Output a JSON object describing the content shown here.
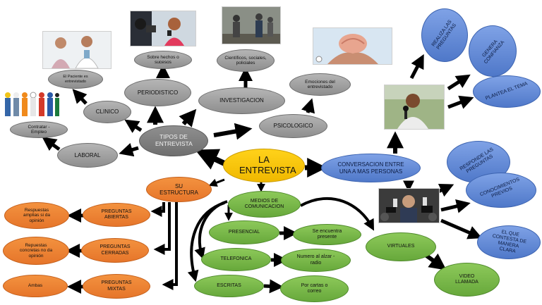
{
  "center": {
    "title": "LA ENTREVISTA"
  },
  "tipos": {
    "label": "TIPOS DE ENTREVISTA"
  },
  "types": {
    "periodistico": "PERIODISTICO",
    "investigacion": "INVESTIGACION",
    "psicologico": "PSICOLOGICO",
    "clinico": "CLINICO",
    "laboral": "LABORAL"
  },
  "descriptions": {
    "periodistico": "Sobre hechos o sucesos",
    "investigacion": "Científicos, sociales, policiales",
    "psicologico": "Emociones del entrevistado",
    "clinico": "El Paciente es entrevistado",
    "laboral": "Contratar - Empleo"
  },
  "conversacion": {
    "label": "CONVERSACION ENTRE UNA A MAS PERSONAS",
    "upper": [
      "REALIZA LAS PREGUNTAS",
      "GENERA CONFIANZA",
      "PLANTEA EL TEMA"
    ],
    "lower": [
      "RESPONDE LAS PREGUNTAS",
      "CONOCIMIENTOS PREVIOS",
      "EL QUE CONTESTA DE MANERA CLARA"
    ]
  },
  "estructura": {
    "label": "SU ESTRUCTURA",
    "items": [
      {
        "type": "PREGUNTAS ABIERTAS",
        "desc": "Respuestas amplias si da opinión"
      },
      {
        "type": "PREGUNTAS CERRADAS",
        "desc": "Repuestas concretas no da opinión"
      },
      {
        "type": "PREGUNTAS MIXTAS",
        "desc": "Ambas"
      }
    ]
  },
  "medios": {
    "label": "MEDIOS DE COMUNICACION",
    "presencial": "PRESENCIAL",
    "presencial_desc": "Se encuentra presente",
    "telefonica": "TELEFONICA",
    "telefonica_desc": "Numero al alzar - radio",
    "escritas": "ESCRITAS",
    "escritas_desc": "Por cartas o correo",
    "virtuales": "VIRTUALES",
    "video": "VIDEO LLAMADA"
  },
  "colors": {
    "gray": "#9e9e9e",
    "blue": "#5b82d2",
    "orange": "#eb7d30",
    "green": "#74b447",
    "yellow": "#ffc800",
    "arrow": "#000000"
  }
}
